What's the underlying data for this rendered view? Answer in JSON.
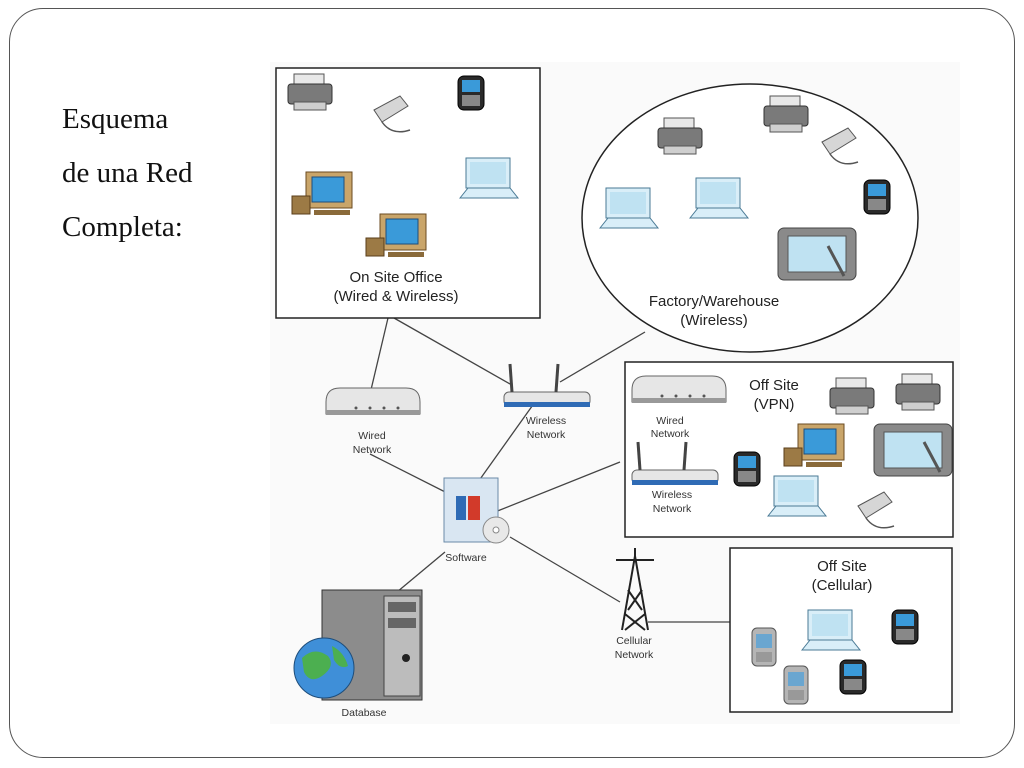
{
  "slide": {
    "title_lines": [
      "Esquema",
      "de una Red",
      "Completa:"
    ]
  },
  "groups": {
    "onsite": {
      "line1": "On Site Office",
      "line2": "(Wired & Wireless)"
    },
    "factory": {
      "line1": "Factory/Warehouse",
      "line2": "(Wireless)"
    },
    "vpn": {
      "line1": "Off Site",
      "line2": "(VPN)"
    },
    "cellular": {
      "line1": "Off Site",
      "line2": "(Cellular)"
    }
  },
  "nodes": {
    "wired": {
      "line1": "Wired",
      "line2": "Network"
    },
    "wireless": {
      "line1": "Wireless",
      "line2": "Network"
    },
    "software": {
      "label": "Software"
    },
    "database": {
      "label": "Database"
    },
    "cellular": {
      "line1": "Cellular",
      "line2": "Network"
    },
    "vpn_wired": {
      "line1": "Wired",
      "line2": "Network"
    },
    "vpn_wireless": {
      "line1": "Wireless",
      "line2": "Network"
    }
  },
  "colors": {
    "screen": "#3a9ad9",
    "laptop": "#bfe2f2",
    "printer": "#7a7a7a",
    "router_stripe": "#2f6bb5",
    "globe": "#3f8fd8"
  }
}
